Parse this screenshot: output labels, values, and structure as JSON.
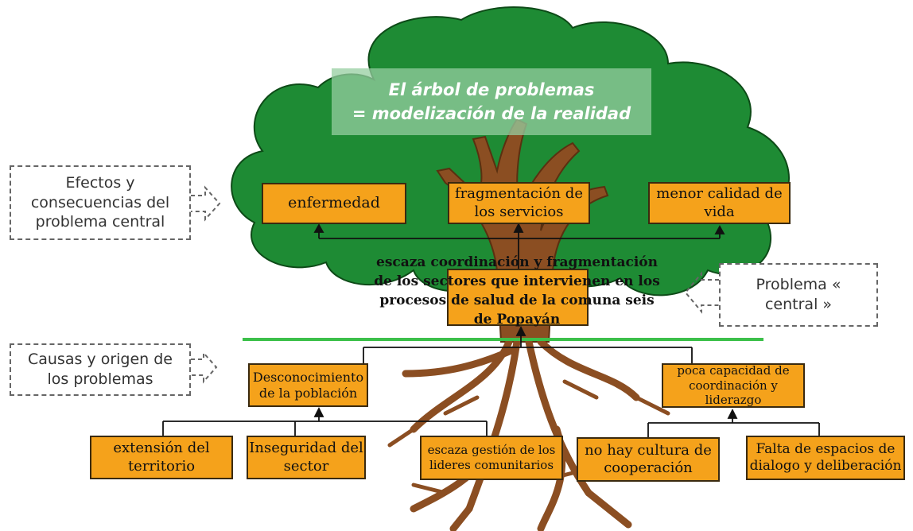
{
  "banner": {
    "line1": "El árbol de problemas",
    "line2": "= modelización de la realidad"
  },
  "side_labels": {
    "effects": "Efectos y consecuencias del problema central",
    "central": "Problema « central »",
    "causes": "Causas y origen de los problemas"
  },
  "effects": [
    "enfermedad",
    "fragmentación de los servicios",
    "menor calidad de vida"
  ],
  "central_problem": "escaza coordinación y fragmentación de los sectores que intervienen en los procesos de salud de la comuna seis de Popayán",
  "causes": [
    "Desconocimiento de la población",
    "poca capacidad de coordinación y liderazgo"
  ],
  "root_causes": [
    "extensión del territorio",
    "Inseguridad del sector",
    "escaza gestión de los lideres comunitarios",
    "no hay cultura de cooperación",
    "Falta de espacios de dialogo y deliberación"
  ],
  "colors": {
    "foliage": "#1e8b34",
    "trunk": "#8b4e22",
    "box_fill": "#f5a21b",
    "ground_line": "#3cc04a"
  }
}
